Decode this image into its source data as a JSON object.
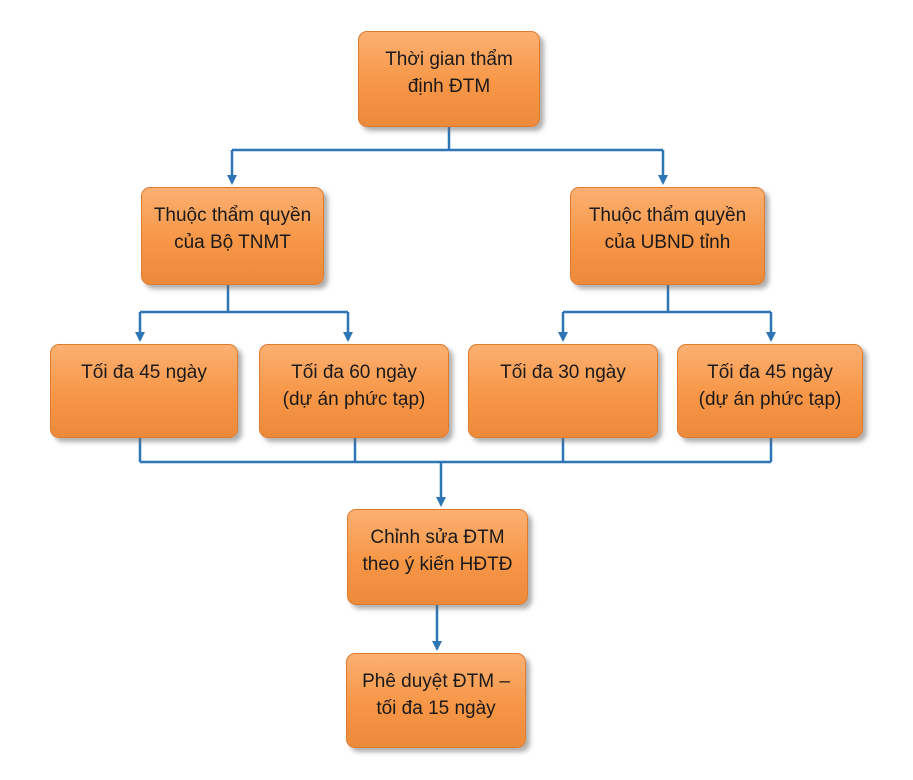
{
  "nodes": {
    "root": {
      "line1": "Thời gian thẩm",
      "line2": "định ĐTM"
    },
    "ministry": {
      "line1": "Thuộc thẩm quyền",
      "line2": "của Bộ TNMT"
    },
    "province": {
      "line1": "Thuộc thẩm quyền",
      "line2": "của UBND tỉnh"
    },
    "ministry_normal": {
      "line1": "Tối đa 45 ngày"
    },
    "ministry_complex": {
      "line1": "Tối đa 60 ngày",
      "line2": "(dự án phức tạp)"
    },
    "province_normal": {
      "line1": "Tối đa 30 ngày"
    },
    "province_complex": {
      "line1": "Tối đa 45 ngày",
      "line2": "(dự án phức tạp)"
    },
    "revise": {
      "line1": "Chỉnh sửa ĐTM",
      "line2": "theo ý kiến HĐTĐ"
    },
    "approve": {
      "line1": "Phê duyệt ĐTM –",
      "line2": "tối đa 15 ngày"
    }
  },
  "colors": {
    "box_fill": "#f79646",
    "box_border": "#e07b2e",
    "connector": "#2e75b6"
  }
}
